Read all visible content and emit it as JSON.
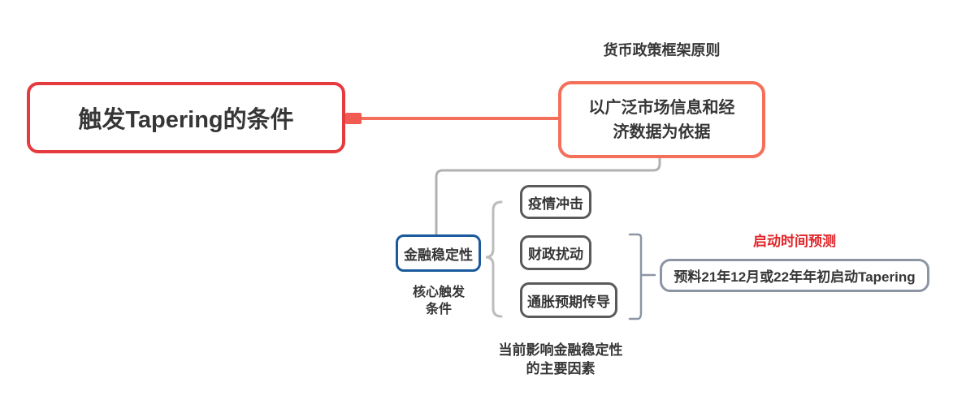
{
  "colors": {
    "root_border": "#e53a3e",
    "framework_border": "#f4705a",
    "branch_line": "#f4705c",
    "branch_joint": "#f15b52",
    "stability_border": "#1a5a9c",
    "factor_border": "#5a5a5a",
    "prediction_border": "#8d95a3",
    "connector_gray": "#b1b1b1",
    "brace_gray": "#bcbcbc",
    "bracket_gray": "#8d95a3",
    "text": "#363636",
    "red_label": "#e0252a",
    "canvas_bg": "#ffffff"
  },
  "mindmap": {
    "root": {
      "label": "触发Tapering的条件"
    },
    "framework": {
      "callout": "货币政策框架原则",
      "label": [
        "以广泛市场信息和经",
        "济数据为依据"
      ]
    },
    "stability": {
      "label": "金融稳定性",
      "callout": [
        "核心触发",
        "条件"
      ]
    },
    "factors": {
      "items": [
        "疫情冲击",
        "财政扰动",
        "通胀预期传导"
      ],
      "callout": [
        "当前影响金融稳定性",
        "的主要因素"
      ]
    },
    "prediction": {
      "callout": "启动时间预测",
      "label": "预料21年12月或22年年初启动Tapering"
    }
  }
}
